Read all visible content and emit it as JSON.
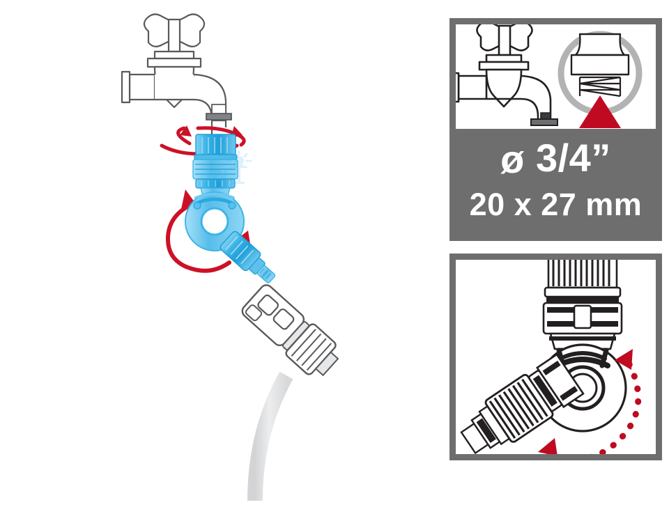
{
  "page": {
    "title": "Tap connector installation instructions",
    "background_color": "#ffffff"
  },
  "colors": {
    "panel_gray": "#6e6e6e",
    "panel_white": "#ffffff",
    "accent_red": "#c00a22",
    "arrow_red": "#cc1127",
    "connector_blue": "#29a8e0",
    "connector_blue_light": "#7fd0f2",
    "outline_dark": "#231f20",
    "hose_gray": "#e0e1e2",
    "ring_gray": "#b3b3b3"
  },
  "main_illustration": {
    "name": "tap-with-angled-hose-connector",
    "parts": [
      {
        "id": "water-tap",
        "label": "water-tap",
        "color": "#ffffff",
        "outline": "#58595b"
      },
      {
        "id": "threaded-cap",
        "label": "threaded-screw-cap",
        "color": "#29a8e0",
        "rotation": "screw-on"
      },
      {
        "id": "swivel-ball-joint",
        "label": "swivel-ball-joint",
        "color": "#29a8e0",
        "rotation": "pivot"
      },
      {
        "id": "quick-connect-nipple",
        "label": "quick-connect-nipple",
        "color": "#29a8e0"
      },
      {
        "id": "hose-coupling",
        "label": "hose-quick-coupling",
        "color": "#ffffff",
        "outline": "#58595b"
      },
      {
        "id": "garden-hose",
        "label": "garden-hose",
        "color": "#e0e1e2"
      }
    ],
    "arrows": [
      {
        "id": "cap-rotation-arrow",
        "type": "ellipse-double-arrow",
        "color": "#cc1127"
      },
      {
        "id": "swivel-left-arrow",
        "type": "curved-arrow",
        "color": "#cc1127"
      },
      {
        "id": "swivel-right-arrow",
        "type": "curved-arrow",
        "color": "#cc1127"
      }
    ]
  },
  "spec_panel": {
    "name": "thread-specification-panel",
    "figure": {
      "tap_label": "outdoor-tap-side-view",
      "detail_circle_label": "tap-thread-detail-magnifier",
      "pointer_label": "red-triangle-pointer",
      "pointer_color": "#c00a22",
      "circle_color": "#b3b3b3"
    },
    "line_1": {
      "diameter_symbol": "ø",
      "value": "3/4”"
    },
    "line_2": "20 x 27 mm"
  },
  "swivel_panel": {
    "name": "swivel-rotation-detail-panel",
    "figure": {
      "top_part_label": "threaded-tap-connector",
      "bottom_part_label": "hose-coupling-with-collar",
      "joint_label": "rotating-ball-joint"
    },
    "arrow": {
      "id": "dotted-rotation-arc",
      "type": "dotted-double-arrow-arc",
      "color": "#c00a22"
    }
  },
  "watermark": {
    "label": "brand-watermark-logo",
    "shape": "sun-over-hebrew-letters"
  }
}
